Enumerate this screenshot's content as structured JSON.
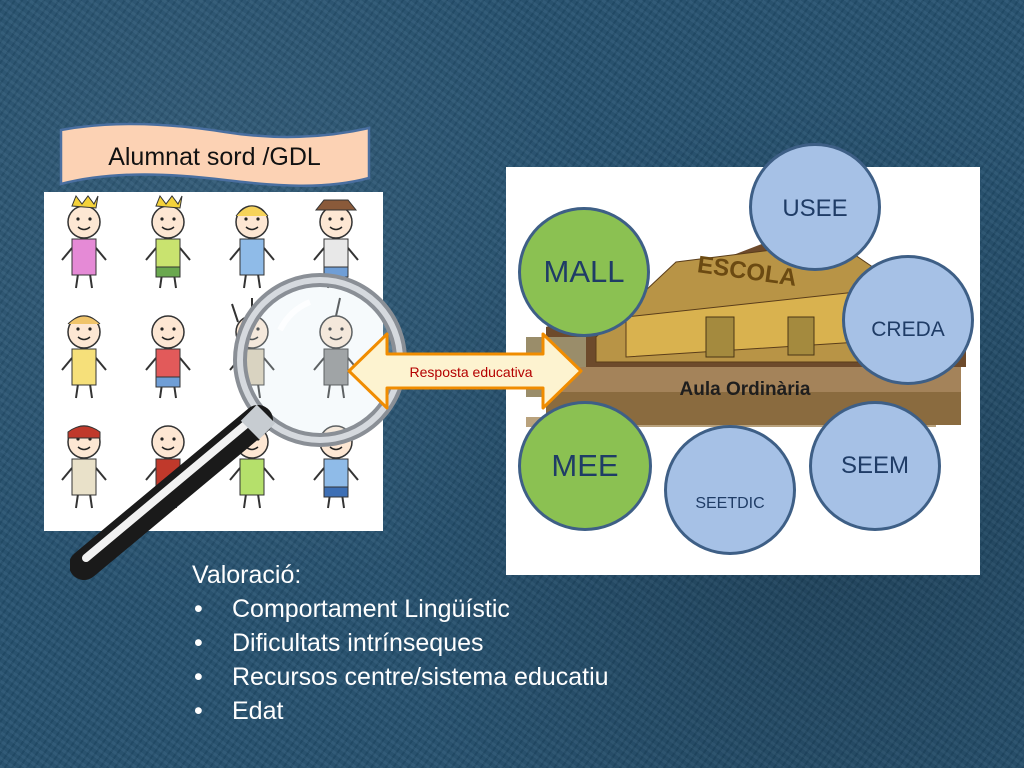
{
  "banner": {
    "title": "Alumnat sord /GDL"
  },
  "arrow": {
    "label": "Resposta educativa"
  },
  "school": {
    "sign": "ESCOLA",
    "caption": "Aula Ordinària"
  },
  "circles": {
    "usee": "USEE",
    "mall": "MALL",
    "creda": "CREDA",
    "mee": "MEE",
    "seetdic": "SEETDIC",
    "seem": "SEEM"
  },
  "valoracio": {
    "heading": "Valoració:",
    "items": [
      "Comportament Lingüístic",
      "Dificultats intrínseques",
      "Recursos centre/sistema educatiu",
      "Edat"
    ]
  },
  "colors": {
    "background": "#24506e",
    "banner_fill": "#fcd2b4",
    "green_circle": "#8bc152",
    "blue_circle": "#a6c1e6",
    "arrow_fill": "#fdf3d0",
    "arrow_stroke": "#f08c00"
  },
  "icons": [
    "magnifying-glass-icon",
    "child-figure-icon",
    "school-building-icon"
  ]
}
